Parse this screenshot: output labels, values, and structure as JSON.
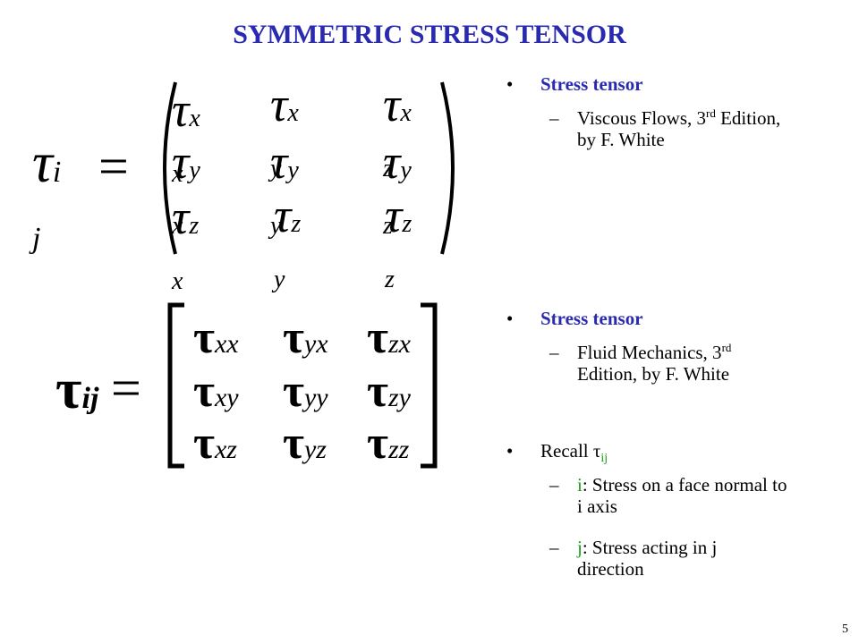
{
  "title": "SYMMETRIC STRESS TENSOR",
  "equation1": {
    "lhs_symbol": "τ",
    "lhs_sub": "i j",
    "equals": "=",
    "rows": [
      [
        {
          "s": "τ",
          "sub": "x x"
        },
        {
          "s": "τ",
          "sub": "x y"
        },
        {
          "s": "τ",
          "sub": "x z"
        }
      ],
      [
        {
          "s": "τ",
          "sub": "y x"
        },
        {
          "s": "τ",
          "sub": "y y"
        },
        {
          "s": "τ",
          "sub": "y z"
        }
      ],
      [
        {
          "s": "τ",
          "sub": "z x"
        },
        {
          "s": "τ",
          "sub": "z y"
        },
        {
          "s": "τ",
          "sub": "z z"
        }
      ]
    ]
  },
  "equation2": {
    "lhs_symbol": "τ",
    "lhs_sub": "ij",
    "equals": "=",
    "rows": [
      [
        {
          "s": "τ",
          "sub": "xx"
        },
        {
          "s": "τ",
          "sub": "yx"
        },
        {
          "s": "τ",
          "sub": "zx"
        }
      ],
      [
        {
          "s": "τ",
          "sub": "xy"
        },
        {
          "s": "τ",
          "sub": "yy"
        },
        {
          "s": "τ",
          "sub": "zy"
        }
      ],
      [
        {
          "s": "τ",
          "sub": "xz"
        },
        {
          "s": "τ",
          "sub": "yz"
        },
        {
          "s": "τ",
          "sub": "zz"
        }
      ]
    ]
  },
  "bullets": {
    "b1": {
      "label": "Stress tensor",
      "sub_a": "Viscous Flows, 3",
      "sup": "rd",
      "sub_b": " Edition,",
      "sub_c": "by F. White"
    },
    "b2": {
      "label": "Stress tensor",
      "sub_a": "Fluid Mechanics, 3",
      "sup": "rd",
      "sub_c": "Edition, by F. White"
    },
    "b3": {
      "label": "Recall τ",
      "label_sub": "ij",
      "i_letter": "i",
      "i_text": ": Stress on a face normal to",
      "i_text2": "i axis",
      "j_letter": "j",
      "j_text": ": Stress acting in j",
      "j_text2": "direction"
    },
    "bullet_char": "•",
    "dash_char": "–"
  },
  "page_number": "5"
}
